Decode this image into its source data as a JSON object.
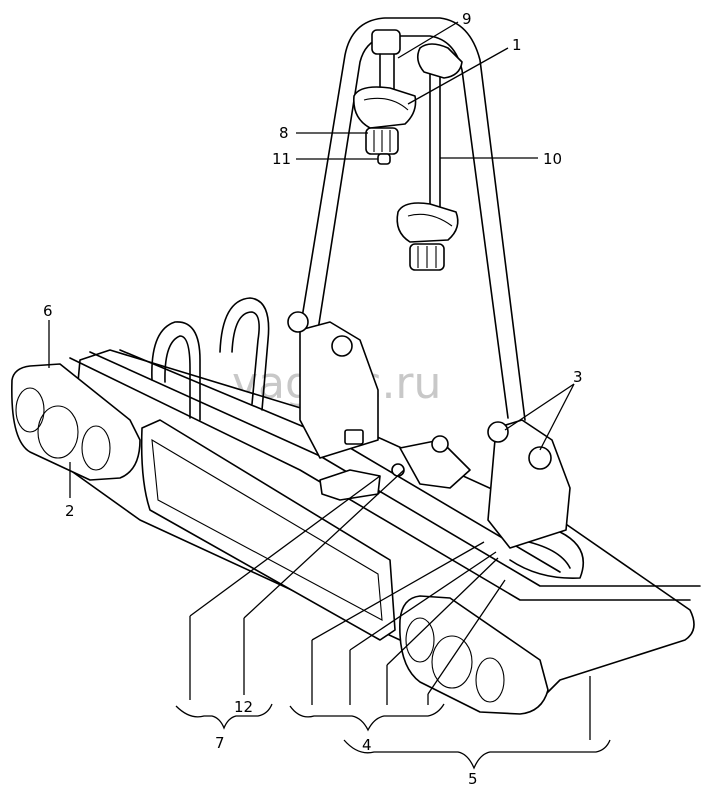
{
  "watermark": "vagtec.ru",
  "callouts": {
    "c1": "1",
    "c2": "2",
    "c3": "3",
    "c4": "4",
    "c5": "5",
    "c6": "6",
    "c7": "7",
    "c8": "8",
    "c9": "9",
    "c10": "10",
    "c11": "11",
    "c12": "12"
  }
}
